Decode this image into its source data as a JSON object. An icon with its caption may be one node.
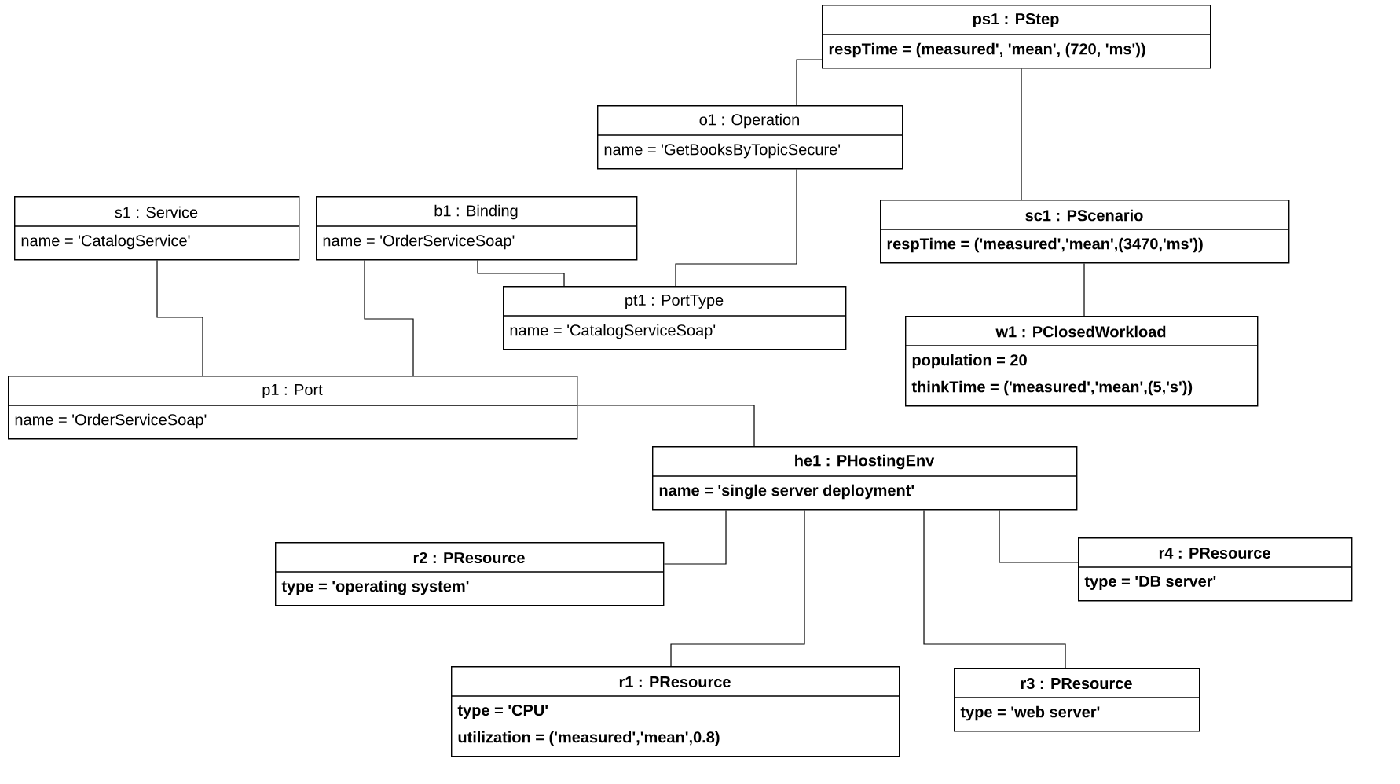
{
  "diagram": {
    "nodes": [
      {
        "text": [
          "ps1 : PStep",
          "respTime = (measured', 'mean', (720, 'ms'))"
        ]
      },
      {
        "text": [
          "o1 : Operation",
          "name = 'GetBooksByTopicSecure'"
        ]
      },
      {
        "text": [
          "s1 : Service",
          "name = 'CatalogService'"
        ]
      },
      {
        "text": [
          "b1 : Binding",
          "name = 'OrderServiceSoap'"
        ]
      },
      {
        "text": [
          "pt1 : PortType",
          "name = 'CatalogServiceSoap'"
        ]
      },
      {
        "text": [
          "sc1 : PScenario",
          "respTime = ('measured','mean',(3470,'ms'))"
        ]
      },
      {
        "text": [
          "w1 : PClosedWorkload",
          "population = 20",
          "thinkTime = ('measured','mean',(5,'s'))"
        ]
      },
      {
        "text": [
          "p1 : Port",
          "name = 'OrderServiceSoap'"
        ]
      },
      {
        "text": [
          "he1 : PHostingEnv",
          "name = 'single server deployment'"
        ]
      },
      {
        "text": [
          "r2 : PResource",
          "type = 'operating system'"
        ]
      },
      {
        "text": [
          "r4 : PResource",
          "type = 'DB server'"
        ]
      },
      {
        "text": [
          "r1 : PResource",
          "type = 'CPU'",
          "utilization = ('measured','mean',0.8)"
        ]
      },
      {
        "text": [
          "r3 : PResource",
          "type = 'web server'"
        ]
      }
    ],
    "edges": [
      {
        "from": 0,
        "to": 1,
        "arrow": "none"
      },
      {
        "from": 0,
        "to": 5,
        "arrow": "none"
      },
      {
        "from": 1,
        "to": 4,
        "arrow": "none"
      },
      {
        "from": 2,
        "to": 7,
        "arrow": "none"
      },
      {
        "from": 3,
        "to": 7,
        "arrow": "none"
      },
      {
        "from": 3,
        "to": 4,
        "arrow": "none"
      },
      {
        "from": 5,
        "to": 6,
        "arrow": "none"
      },
      {
        "from": 7,
        "to": 8,
        "arrow": "none"
      },
      {
        "from": 8,
        "to": 9,
        "arrow": "none"
      },
      {
        "from": 8,
        "to": 11,
        "arrow": "none"
      },
      {
        "from": 8,
        "to": 12,
        "arrow": "none"
      },
      {
        "from": 8,
        "to": 10,
        "arrow": "none"
      }
    ]
  }
}
